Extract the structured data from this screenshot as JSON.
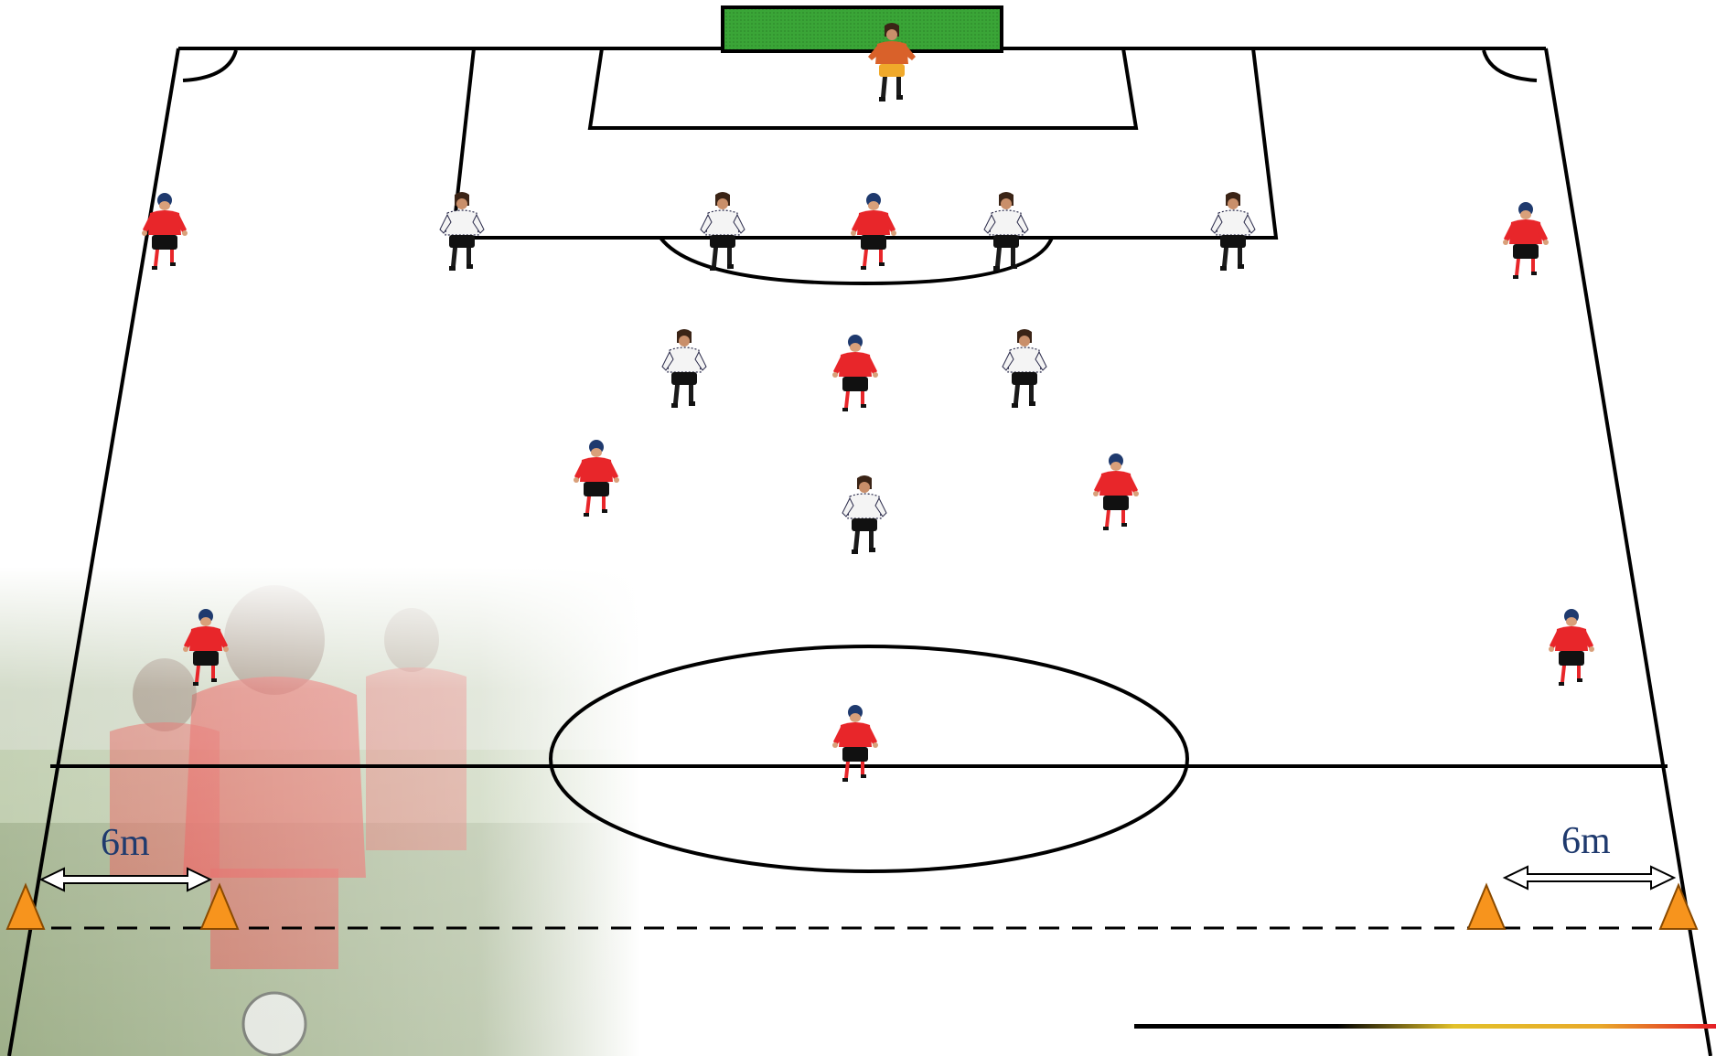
{
  "diagram": {
    "distance_left": "6m",
    "distance_right": "6m",
    "colors": {
      "field_line": "#000000",
      "goal_net": "#3aa537",
      "red_kit": "#e8262a",
      "white_kit": "#f4f4f4",
      "shorts": "#111111",
      "keeper_kit": "#d9612a",
      "keeper_shorts": "#f0a92a",
      "cone": "#f7941d",
      "photo_kit": "#e04a45"
    },
    "players": [
      {
        "team": "red",
        "role": "left-wing-high"
      },
      {
        "team": "white",
        "role": "defender"
      },
      {
        "team": "white",
        "role": "defender"
      },
      {
        "team": "red",
        "role": "striker"
      },
      {
        "team": "white",
        "role": "defender"
      },
      {
        "team": "white",
        "role": "defender"
      },
      {
        "team": "red",
        "role": "right-wing-high"
      },
      {
        "team": "white",
        "role": "midfielder"
      },
      {
        "team": "red",
        "role": "attacking-mid"
      },
      {
        "team": "white",
        "role": "midfielder"
      },
      {
        "team": "red",
        "role": "left-mid"
      },
      {
        "team": "white",
        "role": "holding-mid"
      },
      {
        "team": "red",
        "role": "right-mid"
      },
      {
        "team": "red",
        "role": "left-back"
      },
      {
        "team": "red",
        "role": "center-back"
      },
      {
        "team": "red",
        "role": "right-back"
      },
      {
        "team": "keeper",
        "role": "goalkeeper"
      }
    ]
  }
}
